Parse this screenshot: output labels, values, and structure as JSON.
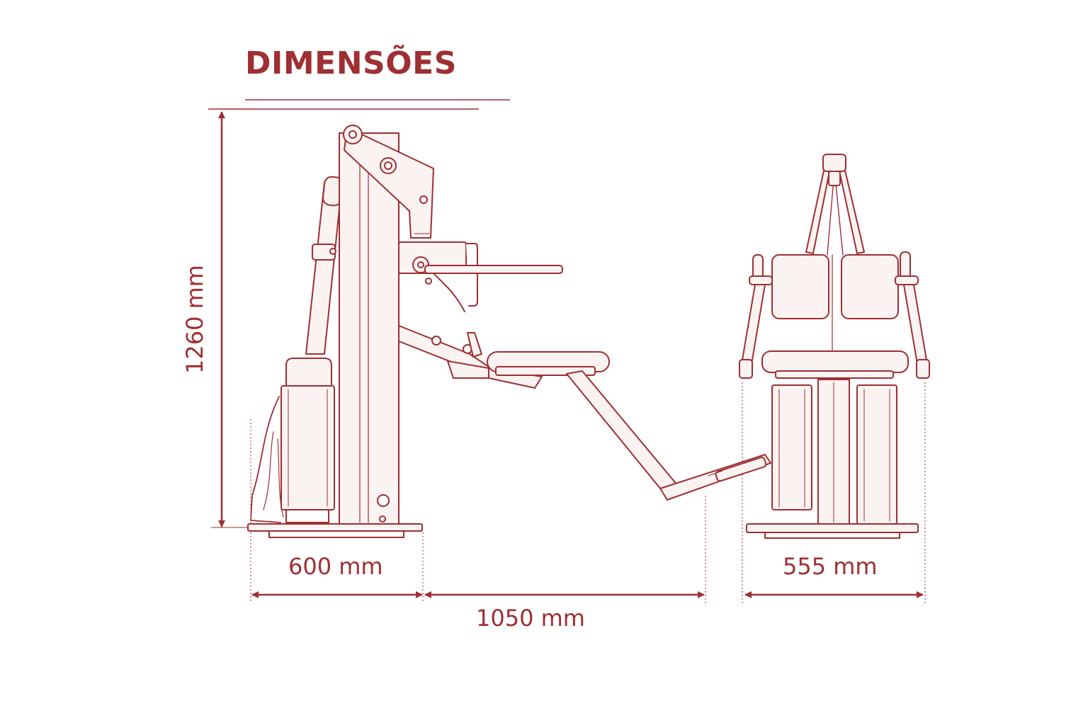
{
  "title": "DIMENSÕES",
  "dimensions": {
    "height": "1260 mm",
    "base_depth": "600 mm",
    "overall_length": "1050 mm",
    "width": "555 mm"
  },
  "colors": {
    "line": "#9e2f33",
    "fill": "#fbf3f1",
    "background": "#ffffff"
  }
}
